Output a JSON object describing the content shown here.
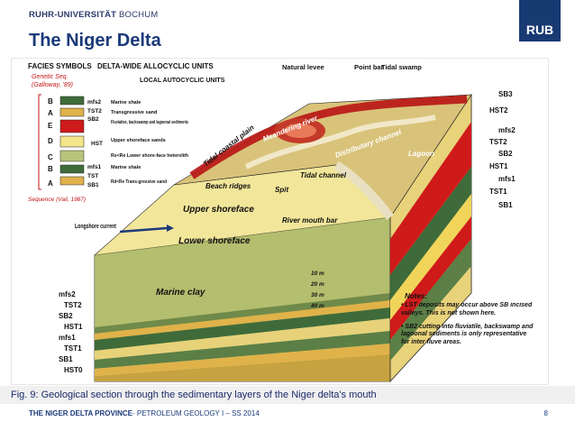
{
  "header": {
    "university_bold": "RUHR-UNIVERSITÄT",
    "university_city": " BOCHUM",
    "title": "The Niger Delta",
    "logo_text": "RUB"
  },
  "figure": {
    "legend_title": "FACIES SYMBOLS",
    "legend_delta_wide": "DELTA-WIDE ALLOCYCLIC UNITS",
    "legend_local": "LOCAL AUTOCYCLIC UNITS",
    "genetic_seq": "Genetic Seq.",
    "galloway": "(Galloway, '89)",
    "sequence_label": "Sequence (Vail, 1987)",
    "facies_letters": [
      "B",
      "A",
      "E",
      "D",
      "C",
      "B",
      "A"
    ],
    "allo_units": [
      "mfs2",
      "TST2",
      "SB2",
      "",
      "HST",
      "mfs1",
      "TST",
      "SB1"
    ],
    "facies_desc": [
      "Marine shale",
      "Transgressive sand",
      "Fluviative, backswamp and lagoonal sediments",
      "Upper shoreface sands",
      "Rs<Re Lower shore-face heterolith",
      "Marine shale",
      "Rd<Re Trans-gressive sand"
    ],
    "top_labels": [
      "Natural levee",
      "Point bar",
      "Tidal swamp"
    ],
    "feature_labels": {
      "tidal_coastal_plain": "Tidal coastal plain",
      "meandering_river": "Meandering river",
      "distributary_channel": "Distributary channel",
      "lagoon": "Lagoon",
      "tidal_channel": "Tidal channel",
      "beach_ridges": "Beach ridges",
      "spit": "Spit",
      "upper_shoreface": "Upper shoreface",
      "river_mouth_bar": "River mouth bar",
      "lower_shoreface": "Lower shoreface",
      "longshore_current": "Longshore current",
      "marine_clay": "Marine clay"
    },
    "depths": [
      "10 m",
      "20 m",
      "30 m",
      "40 m"
    ],
    "right_units": [
      "SB3",
      "HST2",
      "mfs2",
      "TST2",
      "SB2",
      "HST1",
      "mfs1",
      "TST1",
      "SB1"
    ],
    "left_units": [
      "mfs2",
      "TST2",
      "SB2",
      "HST1",
      "mfs1",
      "TST1",
      "SB1",
      "HST0"
    ],
    "notes_title": "Notes:",
    "notes": [
      "LST deposits may occur above SB incised valleys. This is not shown here.",
      "SB2 cutting into fluviatile, backswamp and lagoonal sediments is only representative for inter fluve areas."
    ]
  },
  "caption": "Fig. 9: Geological section through the sedimentary layers of the Niger delta's mouth",
  "footer": {
    "bold": "THE NIGER DELTA PROVINCE",
    "rest": "- PETROLEUM GEOLOGY I – SS 2014",
    "page": "8"
  }
}
